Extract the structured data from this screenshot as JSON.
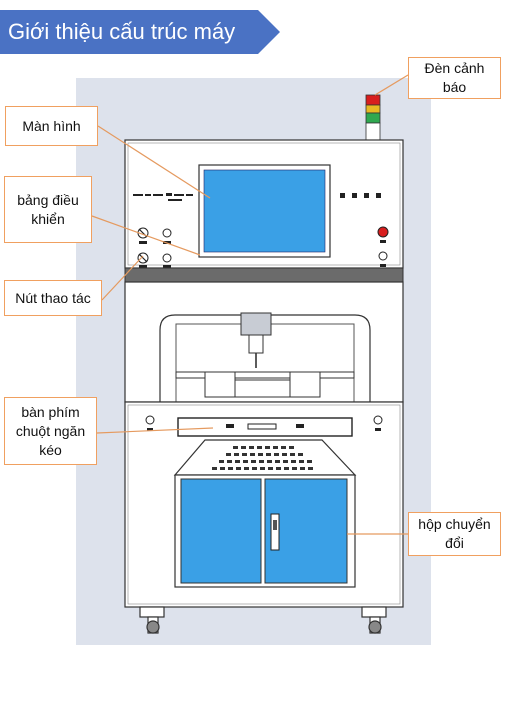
{
  "page_title": "Giới thiệu cấu trúc máy",
  "labels": {
    "warning_light": "Đèn cảnh báo",
    "screen": "Màn hình",
    "control_panel": "bảng điều khiển",
    "operation_buttons": "Nút thao tác",
    "keyboard_mouse_drawer": "bàn phím chuột ngăn kéo",
    "switch_box": "hộp chuyển đổi"
  },
  "colors": {
    "banner": "#4a72c4",
    "callout_border": "#f0a060",
    "leader_line": "#e59a5f",
    "screen": "#3aa0e6",
    "cabinet_door": "#3aa0e6",
    "backdrop": "#dde2ec"
  }
}
